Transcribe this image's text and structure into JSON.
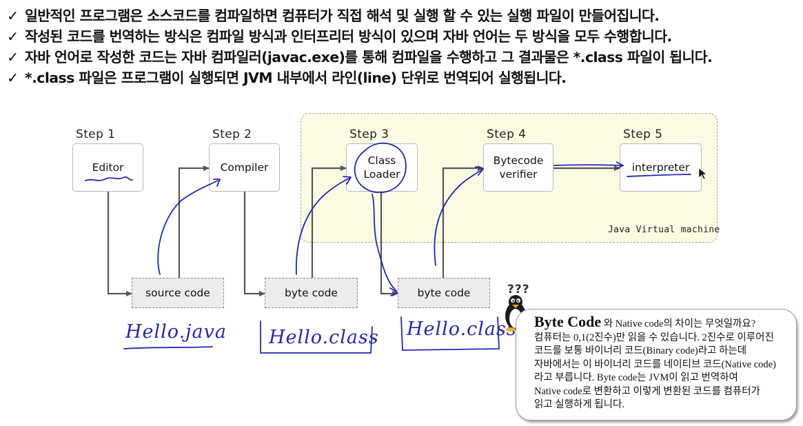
{
  "bullets": [
    {
      "mark": "✓",
      "text": "일반적인 프로그램은 소스코드를 컴파일하면 컴퓨터가 직접 해석 및 실행 할 수 있는 실행 파일이 만들어집니다."
    },
    {
      "mark": "✓",
      "text": "작성된 코드를 번역하는 방식은 컴파일 방식과 인터프리터 방식이 있으며 자바 언어는 두 방식을 모두 수행합니다."
    },
    {
      "mark": "✓",
      "text": "자바 언어로 작성한 코드는 자바 컴파일러(javac.exe)를 통해 컴파일을 수행하고 그 결과물은 *.class 파일이 됩니다."
    },
    {
      "mark": "✓",
      "text": "*.class 파일은 프로그램이 실행되면 JVM 내부에서 라인(line) 단위로 번역되어 실행됩니다."
    }
  ],
  "diagram": {
    "jvm_label": "Java Virtual machine",
    "steps": [
      {
        "step": "Step 1",
        "box": "Editor"
      },
      {
        "step": "Step 2",
        "box": "Compiler"
      },
      {
        "step": "Step 3",
        "box_line1": "Class",
        "box_line2": "Loader"
      },
      {
        "step": "Step 4",
        "box_line1": "Bytecode",
        "box_line2": "verifier"
      },
      {
        "step": "Step 5",
        "box": "interpreter"
      }
    ],
    "artifacts": [
      "source code",
      "byte code",
      "byte code"
    ],
    "handwriting": [
      "Hello.java",
      "Hello.class",
      "Hello.class"
    ],
    "question_marks": "???"
  },
  "callout": {
    "title": "Byte Code",
    "heading_rest": " 와 Native code의 차이는 무엇일까요?",
    "lines": [
      "컴퓨터는 0,1(2진수)만 읽을 수 있습니다. 2진수로 이루어진",
      "코드를 보통 바이너리 코드(Binary code)라고 하는데",
      "자바에서는 이 바이너리 코드를 네이티브 코드(Native code)",
      "라고 부릅니다.  Byte code는 JVM이 읽고 번역하여",
      "Native code로 변환하고 이렇게 변환된 코드를 컴퓨터가",
      "읽고 실행하게 됩니다."
    ]
  },
  "colors": {
    "jvm_background": "#fbfbe4",
    "pen_ink": "#2028b8",
    "arrow": "#555555"
  }
}
